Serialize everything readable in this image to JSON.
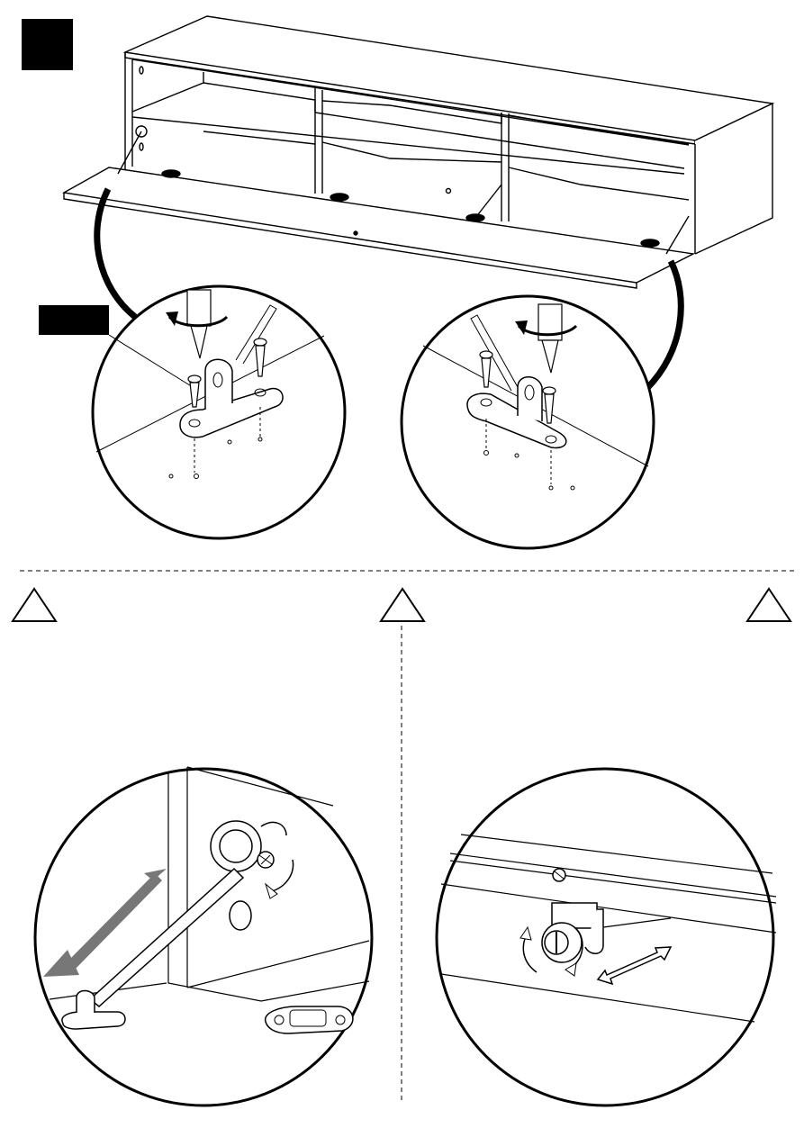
{
  "page": {
    "step_number": "",
    "callout_label": ""
  },
  "panels": [
    {
      "id": "main-assembly",
      "text": ""
    },
    {
      "id": "detail-left-hinge",
      "text": ""
    },
    {
      "id": "detail-right-hinge",
      "text": ""
    },
    {
      "id": "warning-stay-length",
      "text": ""
    },
    {
      "id": "warning-stay-screw",
      "text": ""
    },
    {
      "id": "warning-catch",
      "text": ""
    }
  ],
  "icons": [
    "warning-triangle-icon",
    "screwdriver-icon",
    "rotate-arrow-icon",
    "double-arrow-icon"
  ]
}
